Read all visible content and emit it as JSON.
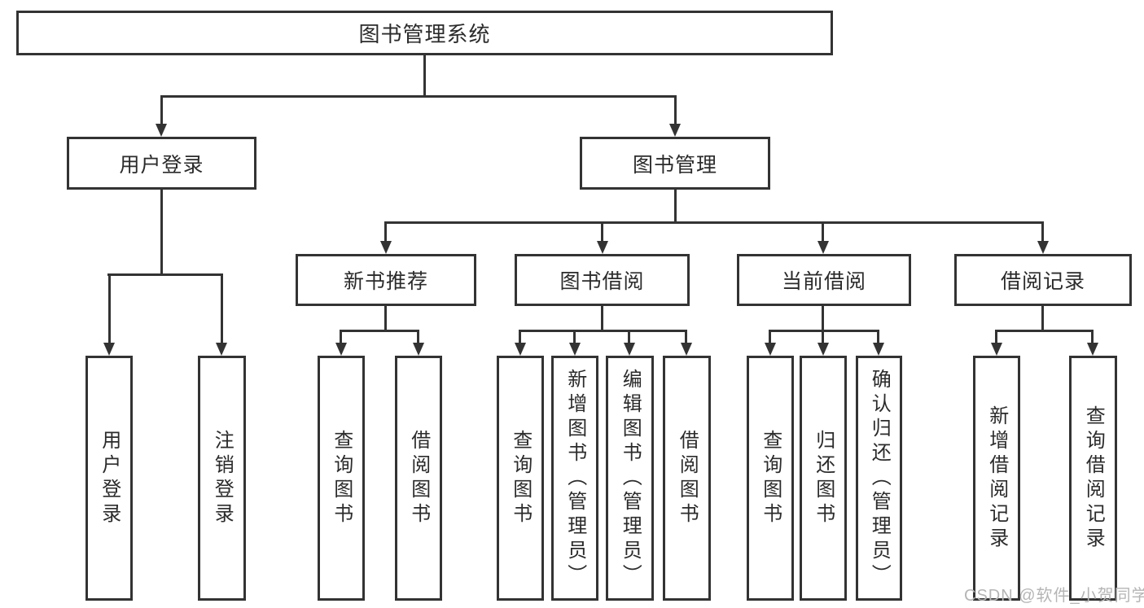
{
  "diagram": {
    "root": "图书管理系统",
    "branches": {
      "user_login": {
        "label": "用户登录",
        "children": {
          "login": "用户登录",
          "logout": "注销登录"
        }
      },
      "book_mgmt": {
        "label": "图书管理",
        "children": {
          "new_rec": {
            "label": "新书推荐",
            "children": {
              "query": "查询图书",
              "borrow": "借阅图书"
            }
          },
          "borrow": {
            "label": "图书借阅",
            "children": {
              "query": "查询图书",
              "add": "新增图书（管理员）",
              "edit": "编辑图书（管理员）",
              "borrow": "借阅图书"
            }
          },
          "current": {
            "label": "当前借阅",
            "children": {
              "query": "查询图书",
              "return": "归还图书",
              "confirm": "确认归还（管理员）"
            }
          },
          "records": {
            "label": "借阅记录",
            "children": {
              "add": "新增借阅记录",
              "query": "查询借阅记录"
            }
          }
        }
      }
    }
  },
  "watermark": "CSDN @软件_小贺同学",
  "colors": {
    "line": "#333333",
    "text": "#2b2b2b",
    "background": "#ffffff",
    "watermark": "#b5b5b5"
  }
}
